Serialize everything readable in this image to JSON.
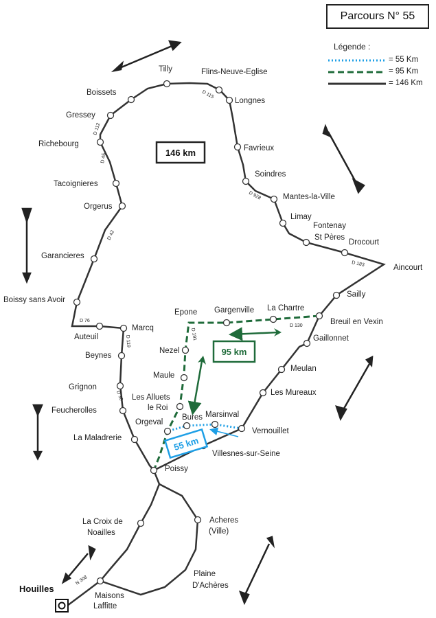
{
  "title": "Parcours N° 55",
  "legend": {
    "title": "Légende :",
    "items": [
      {
        "label": "=   55 Km",
        "color": "#1e9fe6",
        "style": "dotted"
      },
      {
        "label": "=   95 Km",
        "color": "#1f6b3a",
        "style": "dashed"
      },
      {
        "label": "= 146 Km",
        "color": "#333333",
        "style": "solid"
      }
    ]
  },
  "distances": {
    "d146": "146 km",
    "d95": "95 km",
    "d55": "55 km"
  },
  "start": "Houilles",
  "towns": {
    "tilly": "Tilly",
    "flins": "Flins-Neuve-Eglise",
    "boissets": "Boissets",
    "longnes": "Longnes",
    "gressey": "Gressey",
    "richebourg": "Richebourg",
    "favrieux": "Favrieux",
    "soindres": "Soindres",
    "tacoignieres": "Tacoignieres",
    "mantes": "Mantes-la-Ville",
    "orgerus": "Orgerus",
    "limay": "Limay",
    "fontenay": "Fontenay",
    "stperes": "St Pères",
    "drocourt": "Drocourt",
    "garancieres": "Garancieres",
    "aincourt": "Aincourt",
    "sailly": "Sailly",
    "boissy": "Boissy sans Avoir",
    "epone": "Epone",
    "gargenville": "Gargenville",
    "lachartre": "La Chartre",
    "breuil": "Breuil en Vexin",
    "auteuil": "Auteuil",
    "marcq": "Marcq",
    "gaillonnet": "Gaillonnet",
    "beynes": "Beynes",
    "nezel": "Nezel",
    "maule": "Maule",
    "meulan": "Meulan",
    "grignon": "Grignon",
    "alluets1": "Les Alluets",
    "alluets2": "le Roi",
    "mureaux": "Les Mureaux",
    "feucherolles": "Feucherolles",
    "orgeval": "Orgeval",
    "bures": "Bures",
    "marsinval": "Marsinval",
    "vernouillet": "Vernouillet",
    "maladrerie": "La Maladrerie",
    "villesnes": "Villesnes-sur-Seine",
    "poissy": "Poissy",
    "croix1": "La Croix de",
    "croix2": "Noailles",
    "acheres1": "Acheres",
    "acheres2": "(Ville)",
    "plaine1": "Plaine",
    "plaine2": "D'Achères",
    "maisons1": "Maisons",
    "maisons2": "Laffitte"
  },
  "roads": {
    "d115": "D 115",
    "d112": "D 112",
    "d45": "D 45",
    "d928": "D 928",
    "d42": "D 42",
    "d183": "D 183",
    "d76": "D 76",
    "d130": "D 130",
    "d191": "D 191",
    "d119": "D 119",
    "d30": "D 30",
    "n308": "N 308"
  },
  "icons": [
    "direction-arrow-icon",
    "start-point-icon"
  ]
}
